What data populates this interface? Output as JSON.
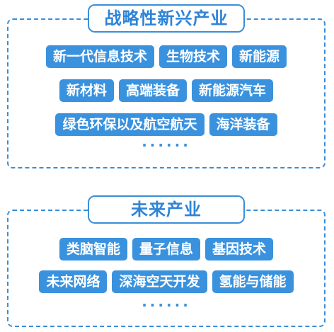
{
  "strategic": {
    "title": "战略性新兴产业",
    "rows": [
      [
        "新一代信息技术",
        "生物技术",
        "新能源"
      ],
      [
        "新材料",
        "高端装备",
        "新能源汽车"
      ],
      [
        "绿色环保以及航空航天",
        "海洋装备"
      ]
    ],
    "ellipsis": "······"
  },
  "future": {
    "title": "未来产业",
    "rows": [
      [
        "类脑智能",
        "量子信息",
        "基因技术"
      ],
      [
        "未来网络",
        "深海空天开发",
        "氢能与储能"
      ]
    ],
    "ellipsis": "······"
  },
  "colors": {
    "accent": "#3a8fd8",
    "tag_bg": "#3a92de",
    "tag_text": "#ffffff"
  }
}
